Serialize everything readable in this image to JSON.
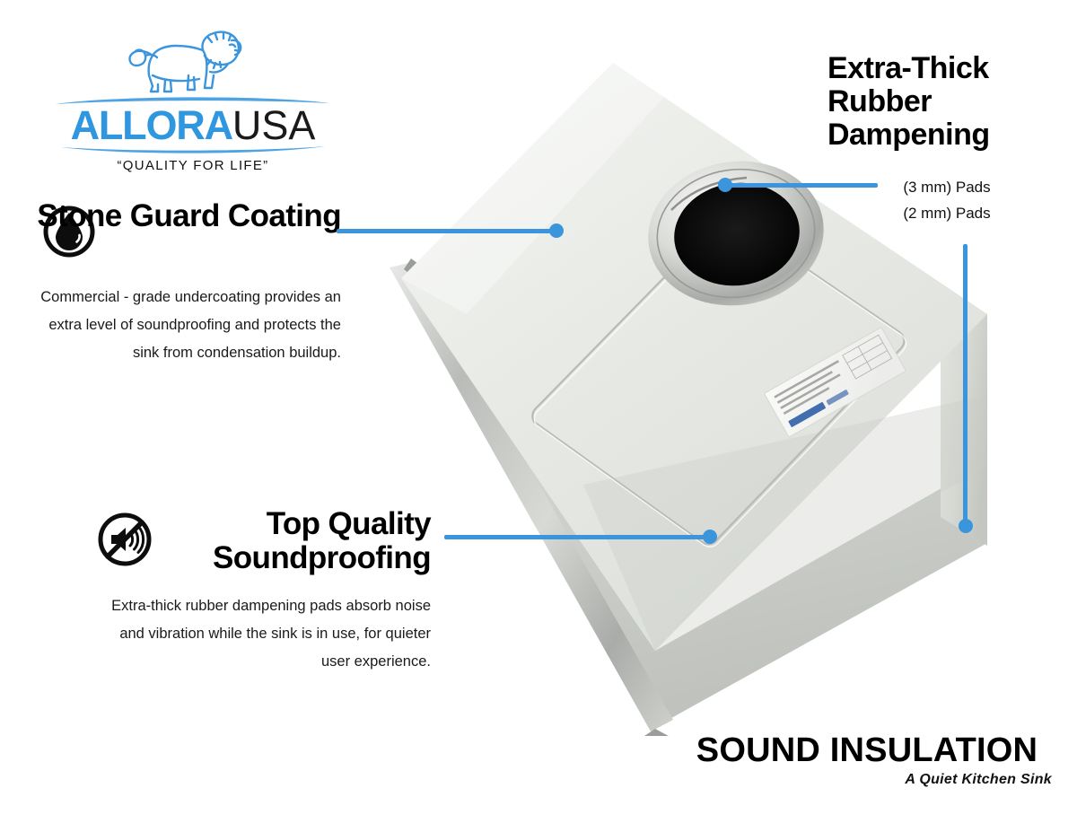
{
  "brand": {
    "name_primary": "ALLORA",
    "name_secondary": "USA",
    "tagline": "“QUALITY FOR LIFE”",
    "logo_icon": "lion-icon",
    "brand_blue": "#2f96e0"
  },
  "accent_color": "#3a95dd",
  "features": [
    {
      "id": "stone-guard",
      "icon": "water-droplet-icon",
      "title": "Stone Guard Coating",
      "body": "Commercial - grade undercoating provides an extra level of soundproofing and protects the sink from condensation buildup."
    },
    {
      "id": "soundproofing",
      "icon": "mute-speaker-icon",
      "title": "Top Quality Soundproofing",
      "body": "Extra-thick rubber dampening pads absorb noise and vibration while the sink is in use, for quieter user experience."
    }
  ],
  "rubber_dampening": {
    "heading": "Extra-Thick Rubber Dampening",
    "pads": [
      "(3 mm) Pads",
      "(2 mm) Pads"
    ]
  },
  "footer": {
    "title": "SOUND INSULATION",
    "subtitle": "A Quiet Kitchen Sink"
  },
  "product_image": {
    "alt": "Underside of stainless steel kitchen sink with white sound-insulation undercoating, drain hole and product label",
    "coating_color": "#e8eae6",
    "steel_color": "#c9cbc6",
    "drain_color": "#0a0a0a"
  }
}
